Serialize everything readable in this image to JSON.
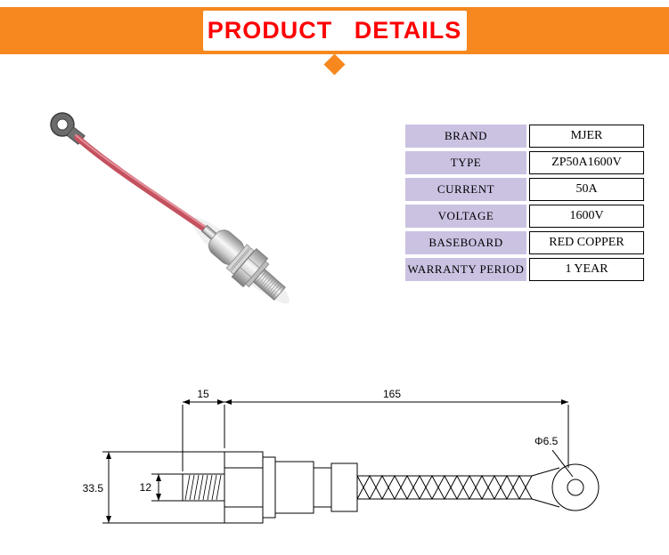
{
  "banner": {
    "title": "PRODUCT DETAILS"
  },
  "spec_table": {
    "rows": [
      {
        "label": "BRAND",
        "value": "MJER"
      },
      {
        "label": "TYPE",
        "value": "ZP50A1600V"
      },
      {
        "label": "CURRENT",
        "value": "50A"
      },
      {
        "label": "VOLTAGE",
        "value": "1600V"
      },
      {
        "label": "BASEBOARD",
        "value": "RED COPPER"
      },
      {
        "label": "WARRANTY PERIOD",
        "value": "1 YEAR"
      }
    ]
  },
  "drawing": {
    "dim_stud_length": "15",
    "dim_total_length": "165",
    "dim_hole_diameter": "Φ6.5",
    "dim_body_height": "33.5",
    "dim_stud_diameter": "12"
  },
  "colors": {
    "banner_orange": "#f6881f",
    "title_red": "#ff0000",
    "table_label_bg": "#cbc2e2",
    "wire_red": "#c4515e"
  }
}
